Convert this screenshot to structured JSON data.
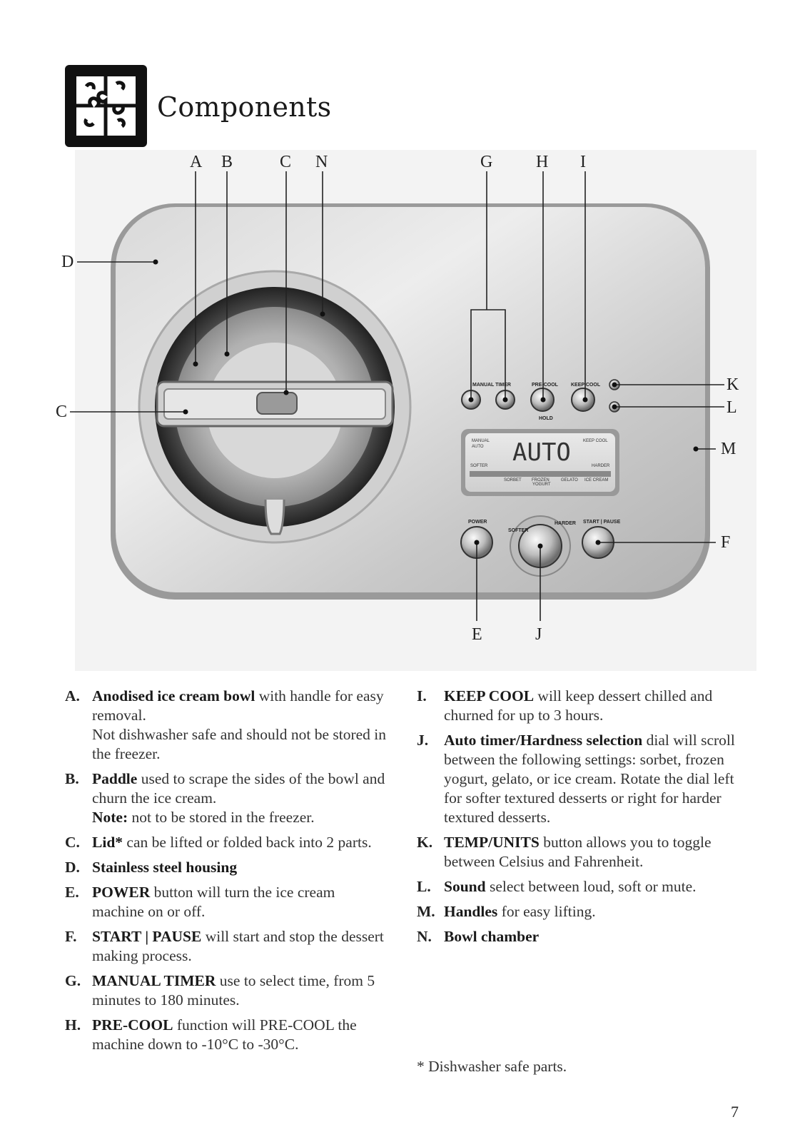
{
  "header": {
    "title": "Components",
    "icon": "puzzle-icon"
  },
  "figure": {
    "callouts": {
      "A": "A",
      "B": "B",
      "C_top": "C",
      "N": "N",
      "G": "G",
      "H": "H",
      "I": "I",
      "D": "D",
      "C_left": "C",
      "K": "K",
      "L": "L",
      "M": "M",
      "F": "F",
      "E": "E",
      "J": "J"
    },
    "panel": {
      "manual_timer": "MANUAL TIMER",
      "pre_cool": "PRE-COOL",
      "keep_cool": "KEEP COOL",
      "hold": "HOLD",
      "power": "POWER",
      "start_pause": "START | PAUSE",
      "softer": "SOFTER",
      "harder": "HARDER"
    },
    "display": {
      "manual": "MANUAL",
      "auto": "AUTO",
      "readout": "AUTO",
      "keep_cool": "KEEP COOL",
      "softer": "SOFTER",
      "harder": "HARDER",
      "sorbet": "SORBET",
      "frozen": "FROZEN",
      "yogurt": "YOGURT",
      "gelato": "GELATO",
      "ice_cream": "ICE CREAM"
    }
  },
  "legend_left": [
    {
      "letter": "A.",
      "term": "Anodised ice cream bowl",
      "text": " with handle for easy removal.",
      "note": "Not dishwasher safe and should not be stored in the freezer."
    },
    {
      "letter": "B.",
      "term": "Paddle",
      "text": " used to scrape the sides of the bowl and churn the ice cream.",
      "note_label": "Note:",
      "note": " not to be stored in the freezer."
    },
    {
      "letter": "C.",
      "term": "Lid*",
      "text": " can be lifted or folded back into 2 parts."
    },
    {
      "letter": "D.",
      "term": "Stainless steel housing",
      "text": ""
    },
    {
      "letter": "E.",
      "term": "POWER",
      "text": " button will turn the ice cream machine on or off."
    },
    {
      "letter": "F.",
      "term": "START | PAUSE",
      "text": " will start and stop the dessert making process."
    },
    {
      "letter": "G.",
      "term": "MANUAL TIMER",
      "text": " use to select time, from 5 minutes to 180 minutes."
    },
    {
      "letter": "H.",
      "term": "PRE-COOL",
      "text": " function will PRE-COOL the machine down to -10°C to -30°C."
    }
  ],
  "legend_right": [
    {
      "letter": "I.",
      "term": "KEEP COOL",
      "text": " will keep dessert chilled and churned for up to 3 hours."
    },
    {
      "letter": "J.",
      "term": "Auto timer/Hardness selection",
      "text": " dial will scroll between the following settings: sorbet, frozen yogurt, gelato, or ice cream. Rotate the dial left for softer textured desserts or right for harder textured desserts."
    },
    {
      "letter": "K.",
      "term": "TEMP/UNITS",
      "text": " button allows you to toggle between Celsius and Fahrenheit."
    },
    {
      "letter": "L.",
      "term": "Sound",
      "text": " select between loud, soft or mute."
    },
    {
      "letter": "M.",
      "term": "Handles",
      "text": " for easy lifting."
    },
    {
      "letter": "N.",
      "term": "Bowl chamber",
      "text": ""
    }
  ],
  "footnote": "* Dishwasher safe parts.",
  "page_number": "7"
}
